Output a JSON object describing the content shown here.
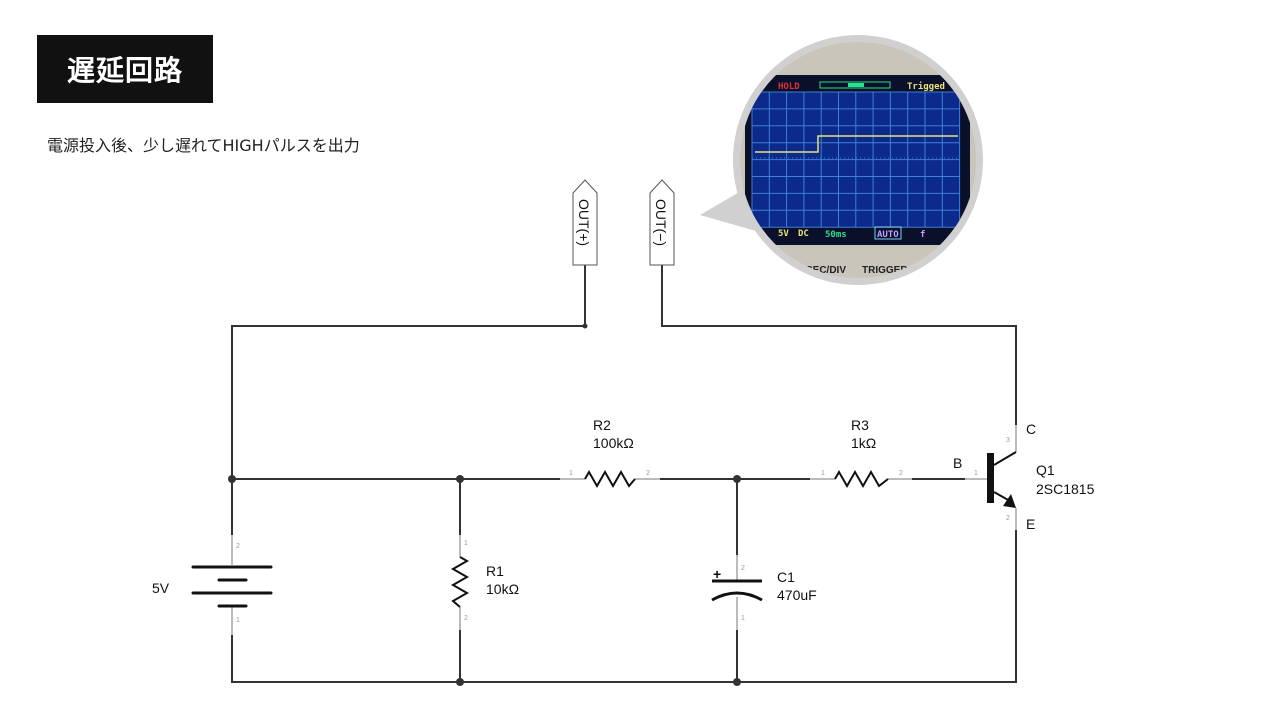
{
  "title": "遅延回路",
  "subtitle": "電源投入後、少し遅れてHIGHパルスを出力",
  "connectors": {
    "out_plus": "OUT(+)",
    "out_minus": "OUT(−)"
  },
  "components": {
    "battery": {
      "value": "5V",
      "pins": [
        "2",
        "1"
      ]
    },
    "r1": {
      "name": "R1",
      "value": "10kΩ",
      "pins": [
        "1",
        "2"
      ]
    },
    "r2": {
      "name": "R2",
      "value": "100kΩ",
      "pins": [
        "1",
        "2"
      ]
    },
    "r3": {
      "name": "R3",
      "value": "1kΩ",
      "pins": [
        "1",
        "2"
      ]
    },
    "c1": {
      "name": "C1",
      "value": "470uF",
      "polarity": "+",
      "pins": [
        "2",
        "1"
      ]
    },
    "q1": {
      "name": "Q1",
      "value": "2SC1815",
      "base": "B",
      "collector": "C",
      "emitter": "E",
      "pins": [
        "1",
        "3",
        "2"
      ]
    }
  },
  "oscilloscope": {
    "hold": "HOLD",
    "status": "Trigged",
    "volts": "5V",
    "coupling": "DC",
    "timebase": "50ms",
    "mode": "AUTO",
    "edge": "f",
    "panel_label_1": "SEC/DIV",
    "panel_label_2": "TRIGGER",
    "colors": {
      "screen": "#0b2a8a",
      "grid": "#3f7fd6",
      "trace": "#e8e27a",
      "bezel": "#d8d6cf"
    }
  }
}
